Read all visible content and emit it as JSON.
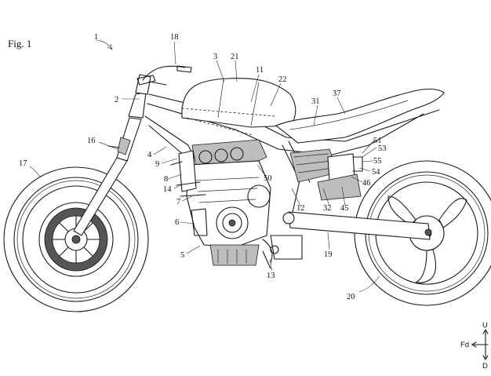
{
  "figure": {
    "title": "Fig. 1",
    "labels": {
      "l1": "1",
      "l2": "2",
      "l3": "3",
      "l4": "4",
      "l5": "5",
      "l6": "6",
      "l7": "7",
      "l8": "8",
      "l9": "9",
      "l11": "11",
      "l12": "12",
      "l13": "13",
      "l14": "14",
      "l16": "16",
      "l17": "17",
      "l18": "18",
      "l19": "19",
      "l20": "20",
      "l21": "21",
      "l22": "22",
      "l31": "31",
      "l32": "32",
      "l37": "37",
      "l45": "45",
      "l46": "46",
      "l50": "50",
      "l51": "51",
      "l53": "53",
      "l54": "54",
      "l55": "55"
    },
    "directions": {
      "up": "U",
      "forward": "Fd",
      "down": "D"
    }
  }
}
